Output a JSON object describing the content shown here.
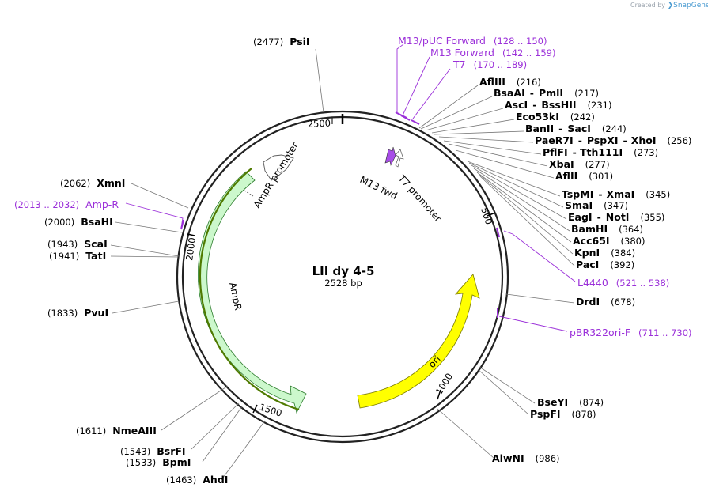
{
  "credit": {
    "prefix": "Created by",
    "brand": "SnapGene"
  },
  "plasmid": {
    "name": "LII dy 4-5",
    "length_label": "2528 bp",
    "length": 2528
  },
  "ticks": [
    "500",
    "1000",
    "1500",
    "2000",
    "2500"
  ],
  "features": [
    {
      "name": "AmpR promoter",
      "color": "#ffffff"
    },
    {
      "name": "AmpR",
      "color": "#ccf8cc"
    },
    {
      "name": "ori",
      "color": "#ffff00"
    },
    {
      "name": "M13 fwd",
      "color": "#a84de8"
    },
    {
      "name": "T7 promoter",
      "color": "#ffffff"
    }
  ],
  "enzymes": [
    {
      "name": "PsiI",
      "pos": "(2477)"
    },
    {
      "name": "AflIII",
      "pos": "(216)"
    },
    {
      "name": "BsaAI",
      "sep": "-",
      "name2": "PmlI",
      "pos": "(217)"
    },
    {
      "name": "AscI",
      "sep": "-",
      "name2": "BssHII",
      "pos": "(231)"
    },
    {
      "name": "Eco53kI",
      "pos": "(242)"
    },
    {
      "name": "BanII",
      "sep": "-",
      "name2": "SacI",
      "pos": "(244)"
    },
    {
      "name": "PaeR7I",
      "sep": "-",
      "name2": "PspXI",
      "sep2": "-",
      "name3": "XhoI",
      "pos": "(256)"
    },
    {
      "name": "PflFI",
      "sep": "-",
      "name2": "Tth111I",
      "pos": "(273)"
    },
    {
      "name": "XbaI",
      "pos": "(277)"
    },
    {
      "name": "AflII",
      "pos": "(301)"
    },
    {
      "name": "TspMI",
      "sep": "-",
      "name2": "XmaI",
      "pos": "(345)"
    },
    {
      "name": "SmaI",
      "pos": "(347)"
    },
    {
      "name": "EagI",
      "sep": "-",
      "name2": "NotI",
      "pos": "(355)"
    },
    {
      "name": "BamHI",
      "pos": "(364)"
    },
    {
      "name": "Acc65I",
      "pos": "(380)"
    },
    {
      "name": "KpnI",
      "pos": "(384)"
    },
    {
      "name": "PacI",
      "pos": "(392)"
    },
    {
      "name": "DrdI",
      "pos": "(678)"
    },
    {
      "name": "BseYI",
      "pos": "(874)"
    },
    {
      "name": "PspFI",
      "pos": "(878)"
    },
    {
      "name": "AlwNI",
      "pos": "(986)"
    },
    {
      "name": "AhdI",
      "pos": "(1463)"
    },
    {
      "name": "BpmI",
      "pos": "(1533)"
    },
    {
      "name": "BsrFI",
      "pos": "(1543)"
    },
    {
      "name": "NmeAIII",
      "pos": "(1611)"
    },
    {
      "name": "PvuI",
      "pos": "(1833)"
    },
    {
      "name": "TatI",
      "pos": "(1941)"
    },
    {
      "name": "ScaI",
      "pos": "(1943)"
    },
    {
      "name": "BsaHI",
      "pos": "(2000)"
    },
    {
      "name": "XmnI",
      "pos": "(2062)"
    }
  ],
  "primers": [
    {
      "name": "M13/pUC Forward",
      "range": "(128 .. 150)"
    },
    {
      "name": "M13 Forward",
      "range": "(142 .. 159)"
    },
    {
      "name": "T7",
      "range": "(170 .. 189)"
    },
    {
      "name": "L4440",
      "range": "(521 .. 538)"
    },
    {
      "name": "pBR322ori-F",
      "range": "(711 .. 730)"
    },
    {
      "name": "Amp-R",
      "range": "(2013 .. 2032)"
    }
  ],
  "colors": {
    "primer": "#9b30d9",
    "backbone": "#222222",
    "leader": "#777777"
  }
}
